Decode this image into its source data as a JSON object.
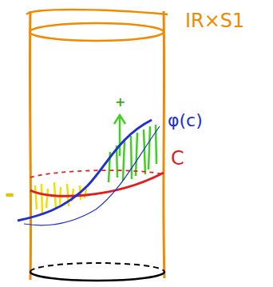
{
  "diagram": {
    "labels": [
      "IR×S1",
      "φ(c)",
      "C",
      "-",
      "+"
    ]
  }
}
